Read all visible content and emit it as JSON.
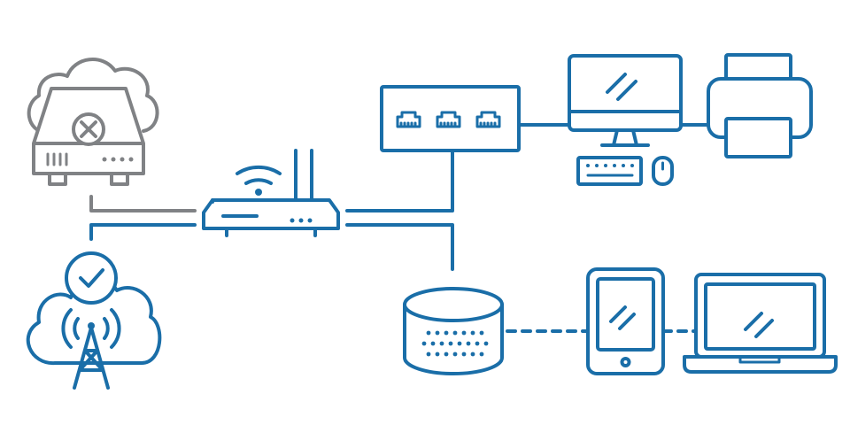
{
  "colors": {
    "online": "#1a6ea8",
    "offline": "#808285",
    "background": "#ffffff"
  },
  "nodes": [
    {
      "id": "offline-cloud-server",
      "icon": "cloud-server-error-icon",
      "status": "offline"
    },
    {
      "id": "cloud-cell-tower",
      "icon": "cloud-tower-check-icon",
      "status": "online"
    },
    {
      "id": "wifi-router",
      "icon": "router-icon",
      "status": "online"
    },
    {
      "id": "network-switch",
      "icon": "switch-icon",
      "ports": 3,
      "status": "online"
    },
    {
      "id": "desktop-computer",
      "icon": "desktop-monitor-icon",
      "status": "online"
    },
    {
      "id": "keyboard",
      "icon": "keyboard-icon",
      "status": "online"
    },
    {
      "id": "mouse",
      "icon": "mouse-icon",
      "status": "online"
    },
    {
      "id": "printer",
      "icon": "printer-icon",
      "status": "online"
    },
    {
      "id": "smart-speaker",
      "icon": "smart-speaker-icon",
      "status": "online"
    },
    {
      "id": "tablet",
      "icon": "tablet-icon",
      "status": "online"
    },
    {
      "id": "laptop",
      "icon": "laptop-icon",
      "status": "online"
    }
  ],
  "connections": [
    {
      "from": "offline-cloud-server",
      "to": "wifi-router",
      "style": "solid",
      "status": "offline"
    },
    {
      "from": "cloud-cell-tower",
      "to": "wifi-router",
      "style": "solid",
      "status": "online"
    },
    {
      "from": "wifi-router",
      "to": "network-switch",
      "style": "solid",
      "status": "online"
    },
    {
      "from": "wifi-router",
      "to": "smart-speaker",
      "style": "solid",
      "status": "online"
    },
    {
      "from": "network-switch",
      "to": "desktop-computer",
      "style": "solid",
      "status": "online"
    },
    {
      "from": "desktop-computer",
      "to": "printer",
      "style": "solid",
      "status": "online"
    },
    {
      "from": "smart-speaker",
      "to": "tablet",
      "style": "dashed",
      "status": "online"
    },
    {
      "from": "tablet",
      "to": "laptop",
      "style": "dashed",
      "status": "online"
    }
  ]
}
